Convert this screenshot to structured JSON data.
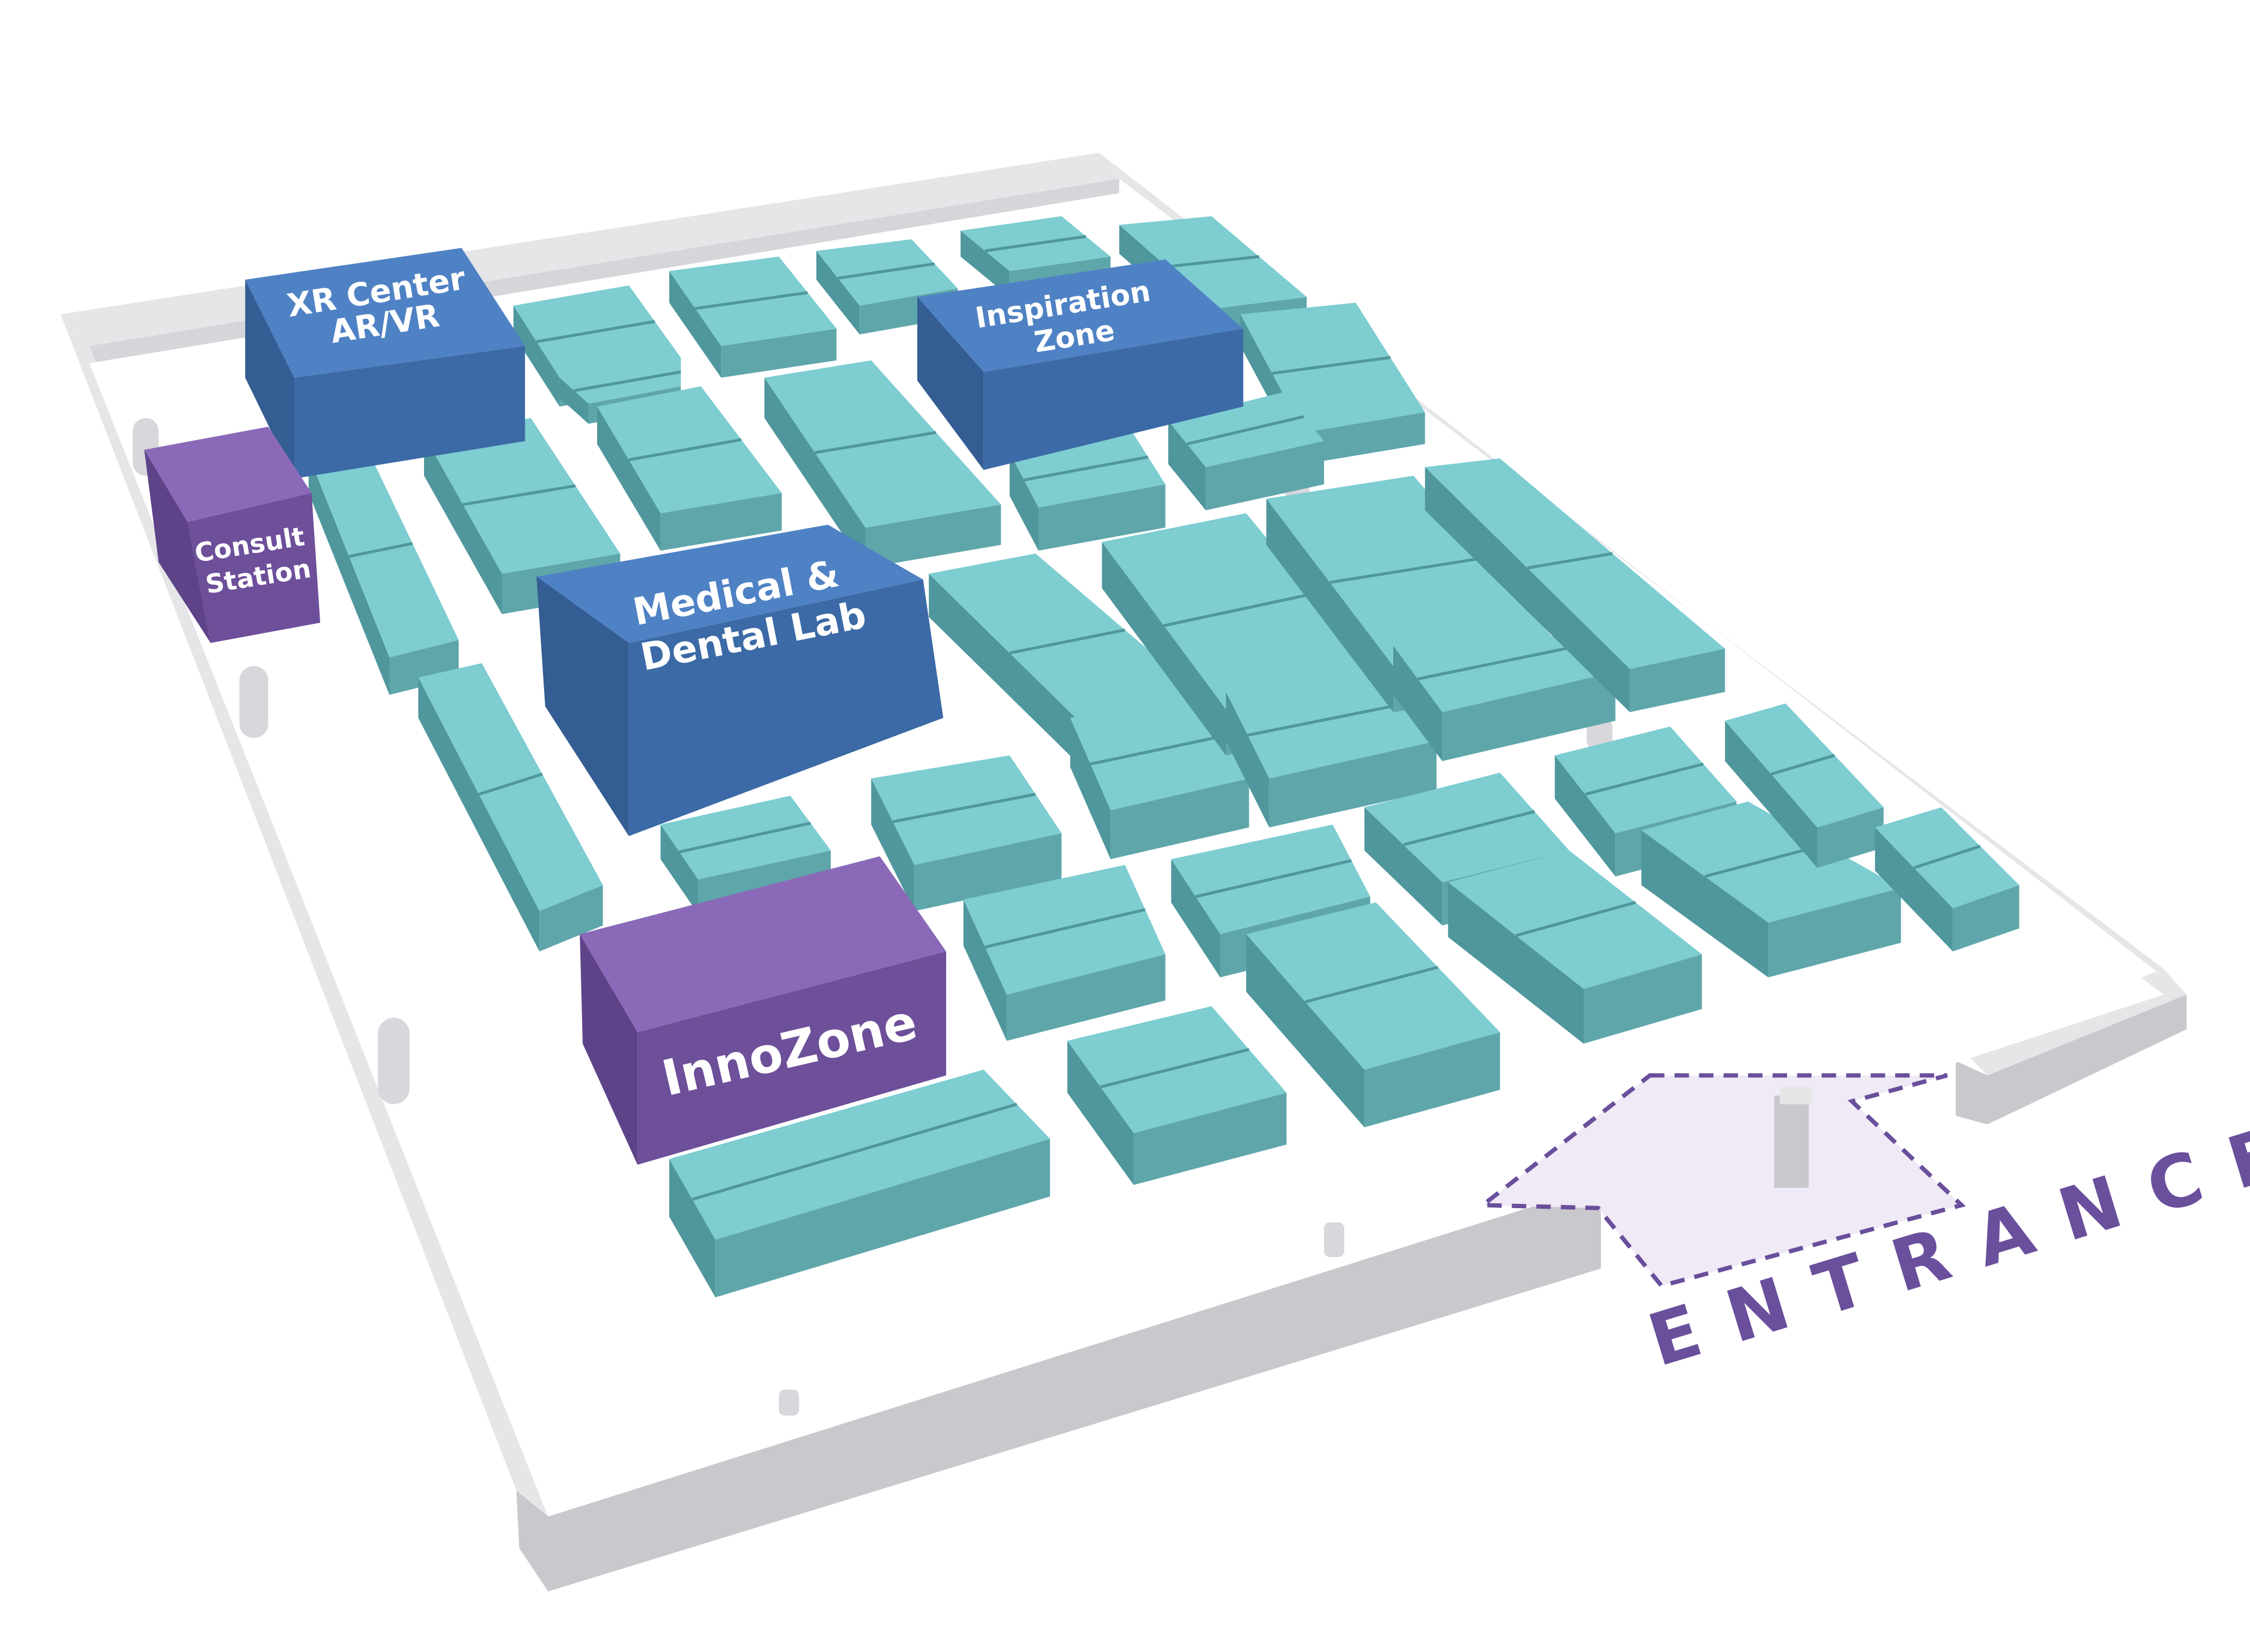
{
  "map": {
    "zones": {
      "xr_center": {
        "line1": "XR Center",
        "line2": "AR/VR"
      },
      "inspiration_zone": {
        "line1": "Inspiration",
        "line2": "Zone"
      },
      "consult_station": {
        "line1": "Consult",
        "line2": "Station"
      },
      "medical_dental_lab": {
        "line1": "Medical &",
        "line2": "Dental Lab"
      },
      "innozone": {
        "label": "InnoZone"
      }
    },
    "entrance": {
      "label": "ENTRANCE"
    },
    "colors": {
      "booth_top": "#7dcdd1",
      "booth_front": "#5fa6ab",
      "booth_side": "#4f979c",
      "blue_zone_top": "#4f82c4",
      "blue_zone_front": "#3b6aa6",
      "blue_zone_side": "#335d93",
      "purple_zone_top": "#8a6ab8",
      "purple_zone_front": "#6d4f9a",
      "purple_zone_side": "#5e4389",
      "wall_top": "#e6e6e9",
      "wall_side": "#c9c9cd",
      "floor": "#ffffff",
      "entrance_area": "#efeaf6",
      "entrance_outline": "#6a4f9c"
    }
  }
}
